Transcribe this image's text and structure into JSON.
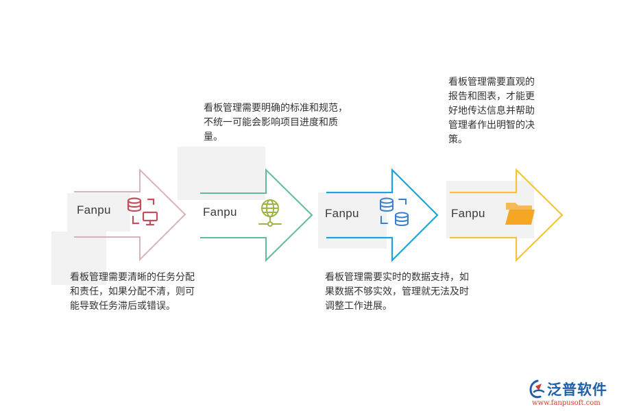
{
  "steps": [
    {
      "label": "Fanpu",
      "icon": "database-computer-icon",
      "color": "#d8b3b6",
      "iconColor": "#c44c5c",
      "text": "看板管理需要清晰的任务分配\n和责任，如果分配不清，则可\n能导致任务滞后或错误。"
    },
    {
      "label": "Fanpu",
      "icon": "globe-network-icon",
      "color": "#5fbc97",
      "iconColor": "#9ab541",
      "text": "看板管理需要明确的标准和规范，\n不统一可能会影响项目进度和质\n量。"
    },
    {
      "label": "Fanpu",
      "icon": "database-sync-icon",
      "color": "#1aa3dc",
      "iconColor": "#3a7fcf",
      "text": "看板管理需要实时的数据支持，如\n果数据不够实效，管理就无法及时\n调整工作进展。"
    },
    {
      "label": "Fanpu",
      "icon": "folder-icon",
      "color": "#f2c43a",
      "iconColor": "#f5a623",
      "text": "看板管理需要直观的\n报告和图表，才能更\n好地传达信息并帮助\n管理者作出明智的决\n策。"
    }
  ],
  "logo": {
    "name": "泛普软件",
    "url": "www.fanpusoft.com",
    "color": "#1f5fa8",
    "urlColor": "#d63a2a"
  }
}
